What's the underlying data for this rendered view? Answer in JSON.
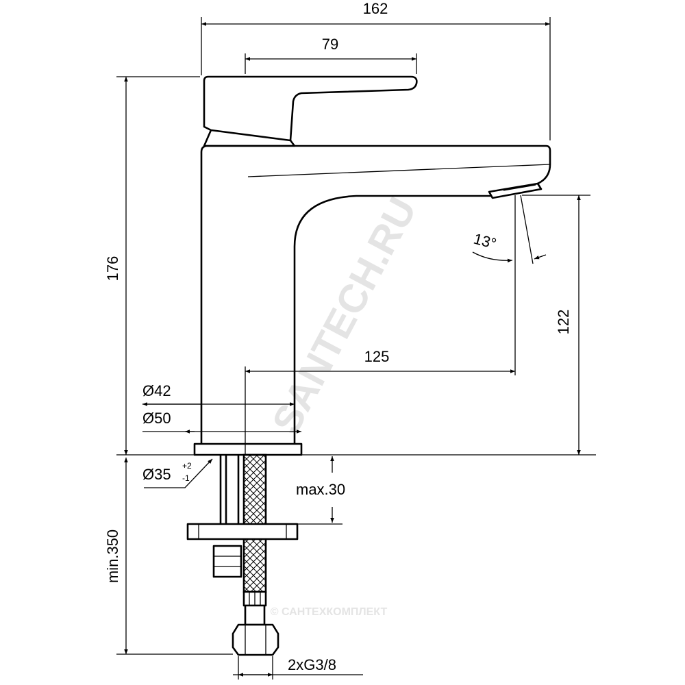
{
  "dimensions": {
    "overall_width": "162",
    "handle_width": "79",
    "overall_height": "176",
    "spout_height": "122",
    "spout_reach": "125",
    "spout_angle": "13°",
    "body_diameter": "Ø42",
    "base_diameter": "Ø50",
    "hole_diameter": "Ø35",
    "hole_tol_upper": "+2",
    "hole_tol_lower": "-1",
    "max_counter_thickness": "max.30",
    "min_hose_length": "min.350",
    "connection": "2xG3/8"
  },
  "watermark": {
    "main": "SANTECH.RU",
    "bottom": "© САНТЕХКОМПЛЕКТ"
  },
  "colors": {
    "line": "#000000",
    "background": "#ffffff",
    "watermark": "#e4e4e4"
  }
}
